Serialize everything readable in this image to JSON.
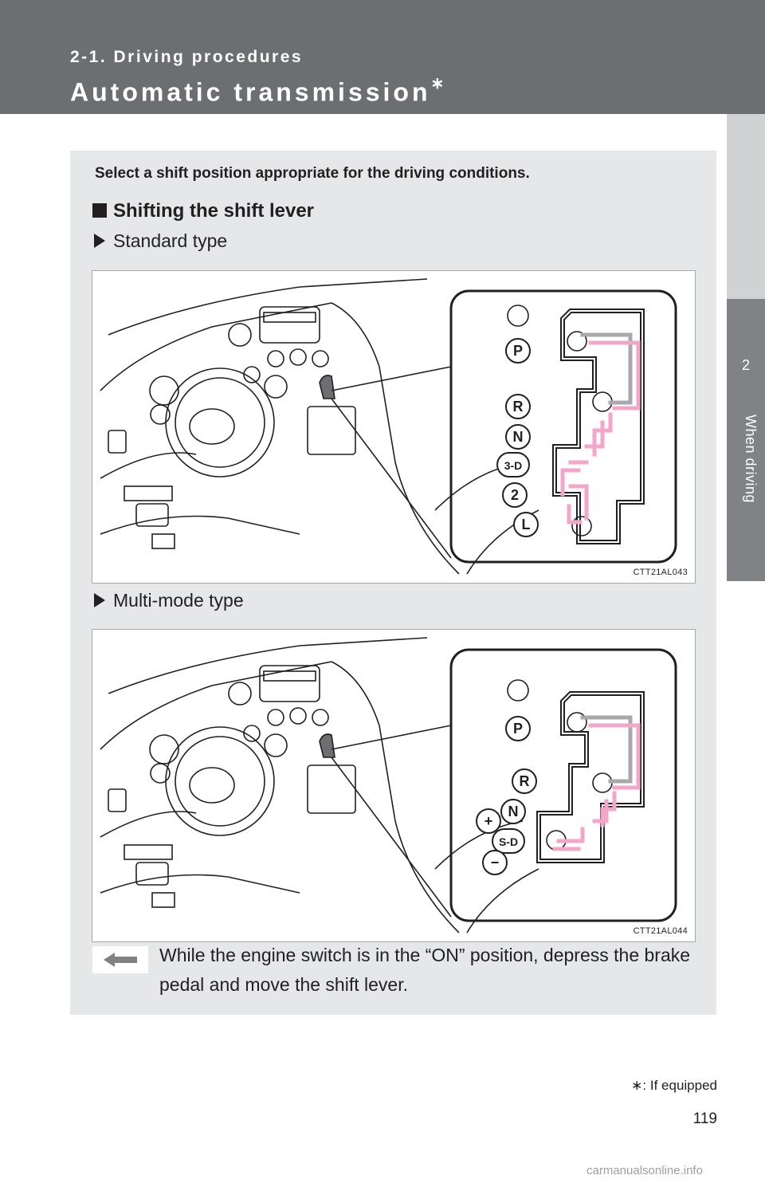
{
  "header": {
    "subtitle": "2-1. Driving procedures",
    "title": "Automatic transmission",
    "title_mark": "∗"
  },
  "side_tab": {
    "chapter_number": "2",
    "chapter_label": "When driving"
  },
  "content": {
    "intro": "Select a shift position appropriate for the driving conditions.",
    "section_heading": "Shifting the shift lever",
    "standard": {
      "label": "Standard type",
      "code": "CTT21AL043",
      "positions": [
        "P",
        "R",
        "N",
        "3-D",
        "2",
        "L"
      ]
    },
    "multimode": {
      "label": "Multi-mode type",
      "code": "CTT21AL044",
      "positions": [
        "P",
        "R",
        "N",
        "S-D"
      ],
      "plus": "+",
      "minus": "−"
    },
    "note": "While the engine switch is in the “ON” position, depress the brake pedal and move the shift lever."
  },
  "footnote": "∗: If equipped",
  "page_number": "119",
  "watermark": "carmanualsonline.info",
  "colors": {
    "header_bg": "#6d6e71",
    "panel_bg": "#e6e7e8",
    "arrow_pink": "#f4a6c8",
    "arrow_gray": "#a7a9ac",
    "side_tab": "#808285"
  }
}
